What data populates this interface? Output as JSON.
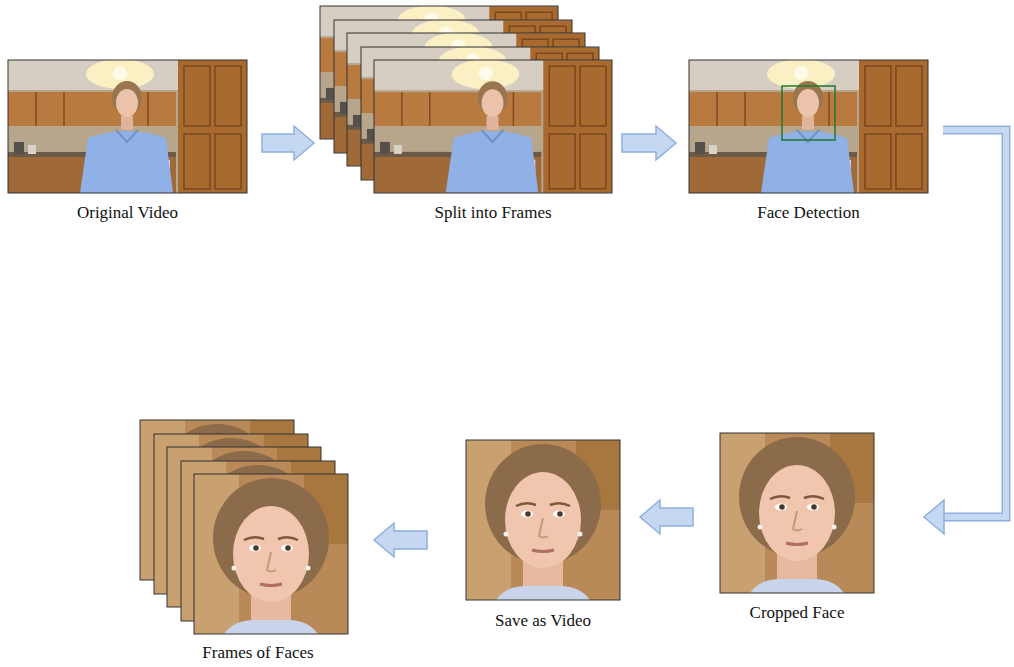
{
  "diagram": {
    "nodes": [
      {
        "text": [
          "Original Video"
        ]
      },
      {
        "text": [
          "Split into Frames"
        ]
      },
      {
        "text": [
          "Face Detection"
        ]
      },
      {
        "text": [
          "Cropped Face"
        ]
      },
      {
        "text": [
          "Save as Video"
        ]
      },
      {
        "text": [
          "Frames of Faces"
        ]
      }
    ],
    "edges": [
      {
        "from": 0,
        "to": 1,
        "arrow": "to"
      },
      {
        "from": 1,
        "to": 2,
        "arrow": "to"
      },
      {
        "from": 2,
        "to": 3,
        "arrow": "to"
      },
      {
        "from": 3,
        "to": 4,
        "arrow": "to"
      },
      {
        "from": 4,
        "to": 5,
        "arrow": "to"
      }
    ]
  }
}
